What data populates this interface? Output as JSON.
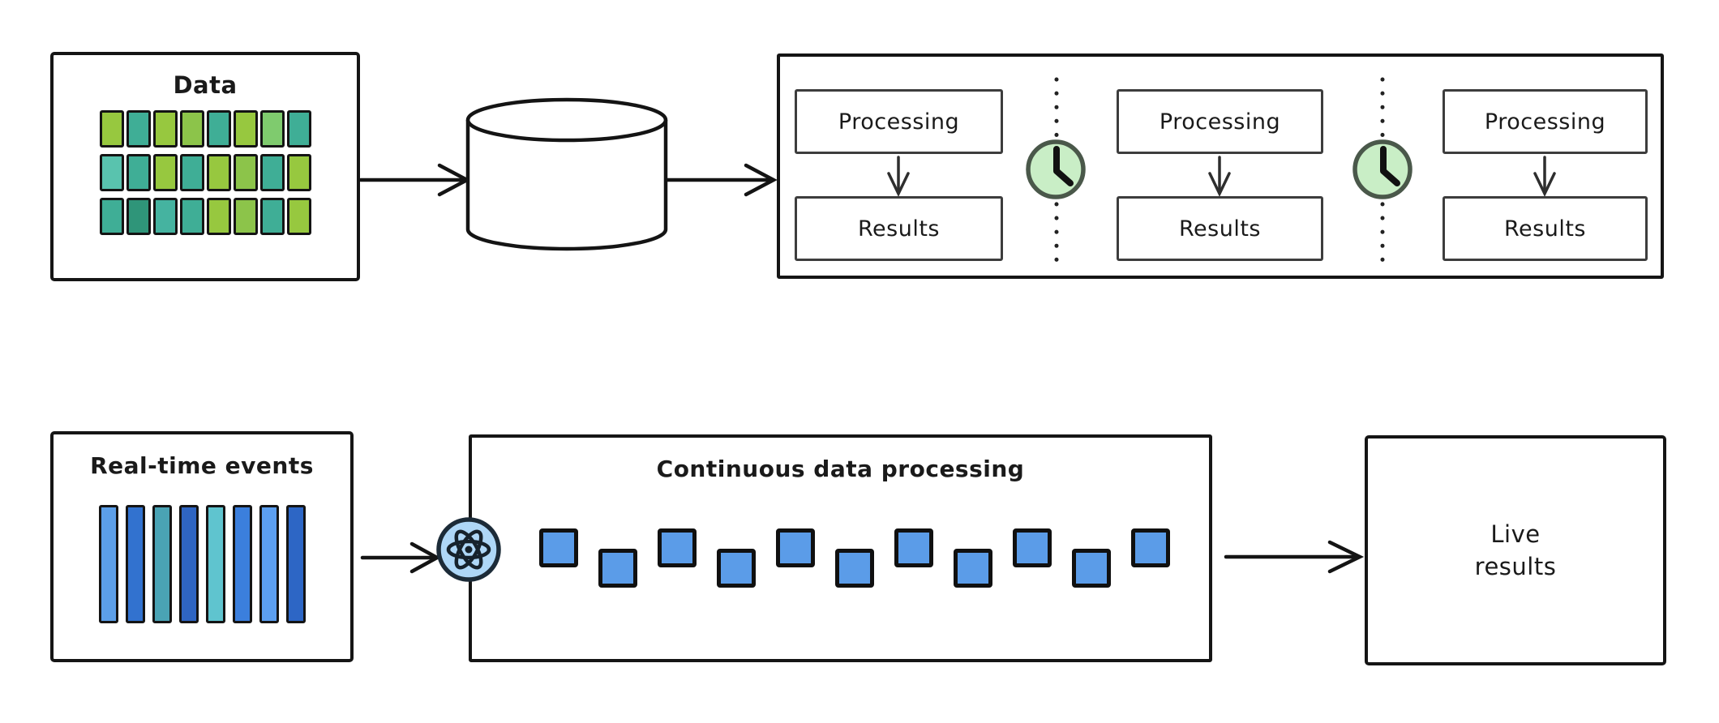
{
  "palette": {
    "background": "#ffffff",
    "ink": "#141414",
    "inner_box_border": "#3d3d3d",
    "clock_fill": "#c9eec6",
    "clock_ring": "#4a584a",
    "clock_hands": "#111111",
    "atom_fill": "#aed7f7",
    "atom_stroke": "#1c2b38",
    "stream_square_fill": "#5b9ce8"
  },
  "batch_row": {
    "data_box": {
      "title": "Data",
      "bar_rows": [
        [
          "#97c83f",
          "#3fae96",
          "#97c83f",
          "#8cc44a",
          "#3fae96",
          "#97c83f",
          "#7fcb6e",
          "#3fae96"
        ],
        [
          "#59c3ae",
          "#3fae96",
          "#97c83f",
          "#3fae96",
          "#97c83f",
          "#8cc44a",
          "#3fae96",
          "#97c83f"
        ],
        [
          "#3fae96",
          "#2f9579",
          "#45b3a0",
          "#3fae96",
          "#97c83f",
          "#8cc44a",
          "#3fae96",
          "#97c83f"
        ]
      ]
    },
    "stages": [
      {
        "top_label": "Processing",
        "bottom_label": "Results"
      },
      {
        "top_label": "Processing",
        "bottom_label": "Results"
      },
      {
        "top_label": "Processing",
        "bottom_label": "Results"
      }
    ]
  },
  "stream_row": {
    "events_box": {
      "title": "Real-time events",
      "bar_colors": [
        "#5c9fe8",
        "#3272cf",
        "#4aa3b4",
        "#2f65c2",
        "#5fc4cf",
        "#3b7fdd",
        "#5c9ff0",
        "#2d66c5"
      ]
    },
    "processing_box": {
      "title": "Continuous data processing",
      "square_colors": [
        "#5b9ce8",
        "#5b9ce8",
        "#5b9ce8",
        "#5b9ce8",
        "#5b9ce8",
        "#5b9ce8",
        "#5b9ce8",
        "#5b9ce8",
        "#5b9ce8",
        "#5b9ce8",
        "#5b9ce8"
      ]
    },
    "results_box": {
      "line1": "Live",
      "line2": "results"
    }
  }
}
